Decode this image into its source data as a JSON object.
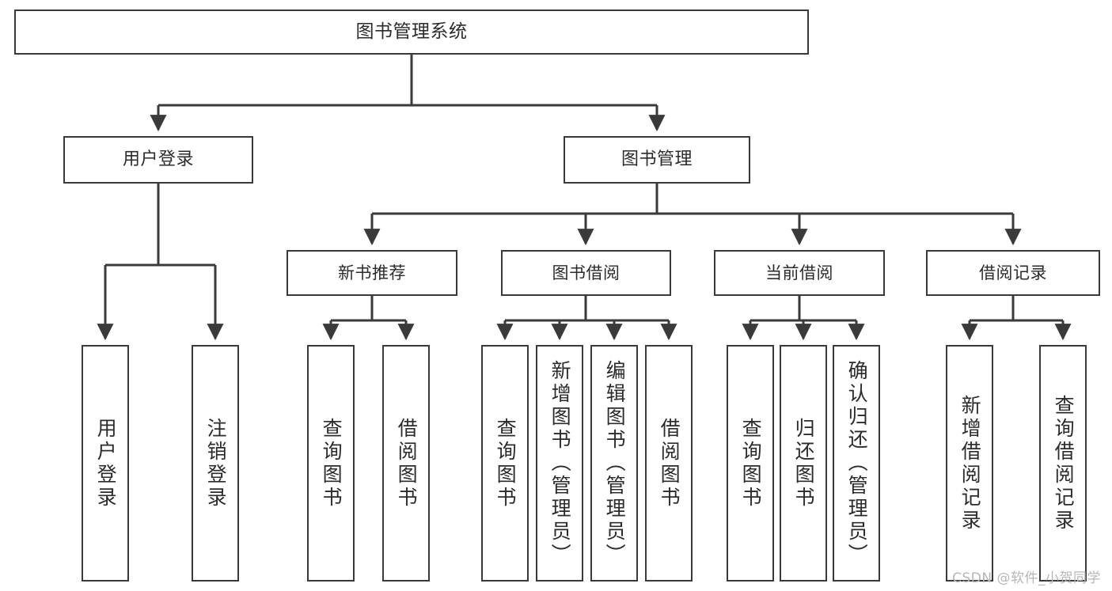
{
  "diagram": {
    "title": "图书管理系统",
    "type": "tree",
    "colors": {
      "box_border": "#3a3a3a",
      "box_fill": "#ffffff",
      "text": "#2b2b2b",
      "edge": "#3a3a3a",
      "background": "#ffffff",
      "watermark": "#b6b6b6"
    },
    "root": {
      "label": "图书管理系统"
    },
    "level1": [
      {
        "id": "login",
        "label": "用户登录"
      },
      {
        "id": "bookmg",
        "label": "图书管理"
      }
    ],
    "level2": [
      {
        "id": "new",
        "label": "新书推荐",
        "parent": "bookmg"
      },
      {
        "id": "borrow",
        "label": "图书借阅",
        "parent": "bookmg"
      },
      {
        "id": "current",
        "label": "当前借阅",
        "parent": "bookmg"
      },
      {
        "id": "records",
        "label": "借阅记录",
        "parent": "bookmg"
      }
    ],
    "leaves": [
      {
        "id": "leaf-01",
        "label": "用户登录",
        "parent": "login"
      },
      {
        "id": "leaf-02",
        "label": "注销登录",
        "parent": "login"
      },
      {
        "id": "leaf-03",
        "label": "查询图书",
        "parent": "new"
      },
      {
        "id": "leaf-04",
        "label": "借阅图书",
        "parent": "new"
      },
      {
        "id": "leaf-05",
        "label": "查询图书",
        "parent": "borrow"
      },
      {
        "id": "leaf-06",
        "label": "新增图书（管理员）",
        "parent": "borrow"
      },
      {
        "id": "leaf-07",
        "label": "编辑图书（管理员）",
        "parent": "borrow"
      },
      {
        "id": "leaf-08",
        "label": "借阅图书",
        "parent": "borrow"
      },
      {
        "id": "leaf-09",
        "label": "查询图书",
        "parent": "current"
      },
      {
        "id": "leaf-10",
        "label": "归还图书",
        "parent": "current"
      },
      {
        "id": "leaf-11",
        "label": "确认归还（管理员）",
        "parent": "current"
      },
      {
        "id": "leaf-12",
        "label": "新增借阅记录",
        "parent": "records"
      },
      {
        "id": "leaf-13",
        "label": "查询借阅记录",
        "parent": "records"
      }
    ],
    "watermark": "CSDN @软件_小贺同学"
  }
}
